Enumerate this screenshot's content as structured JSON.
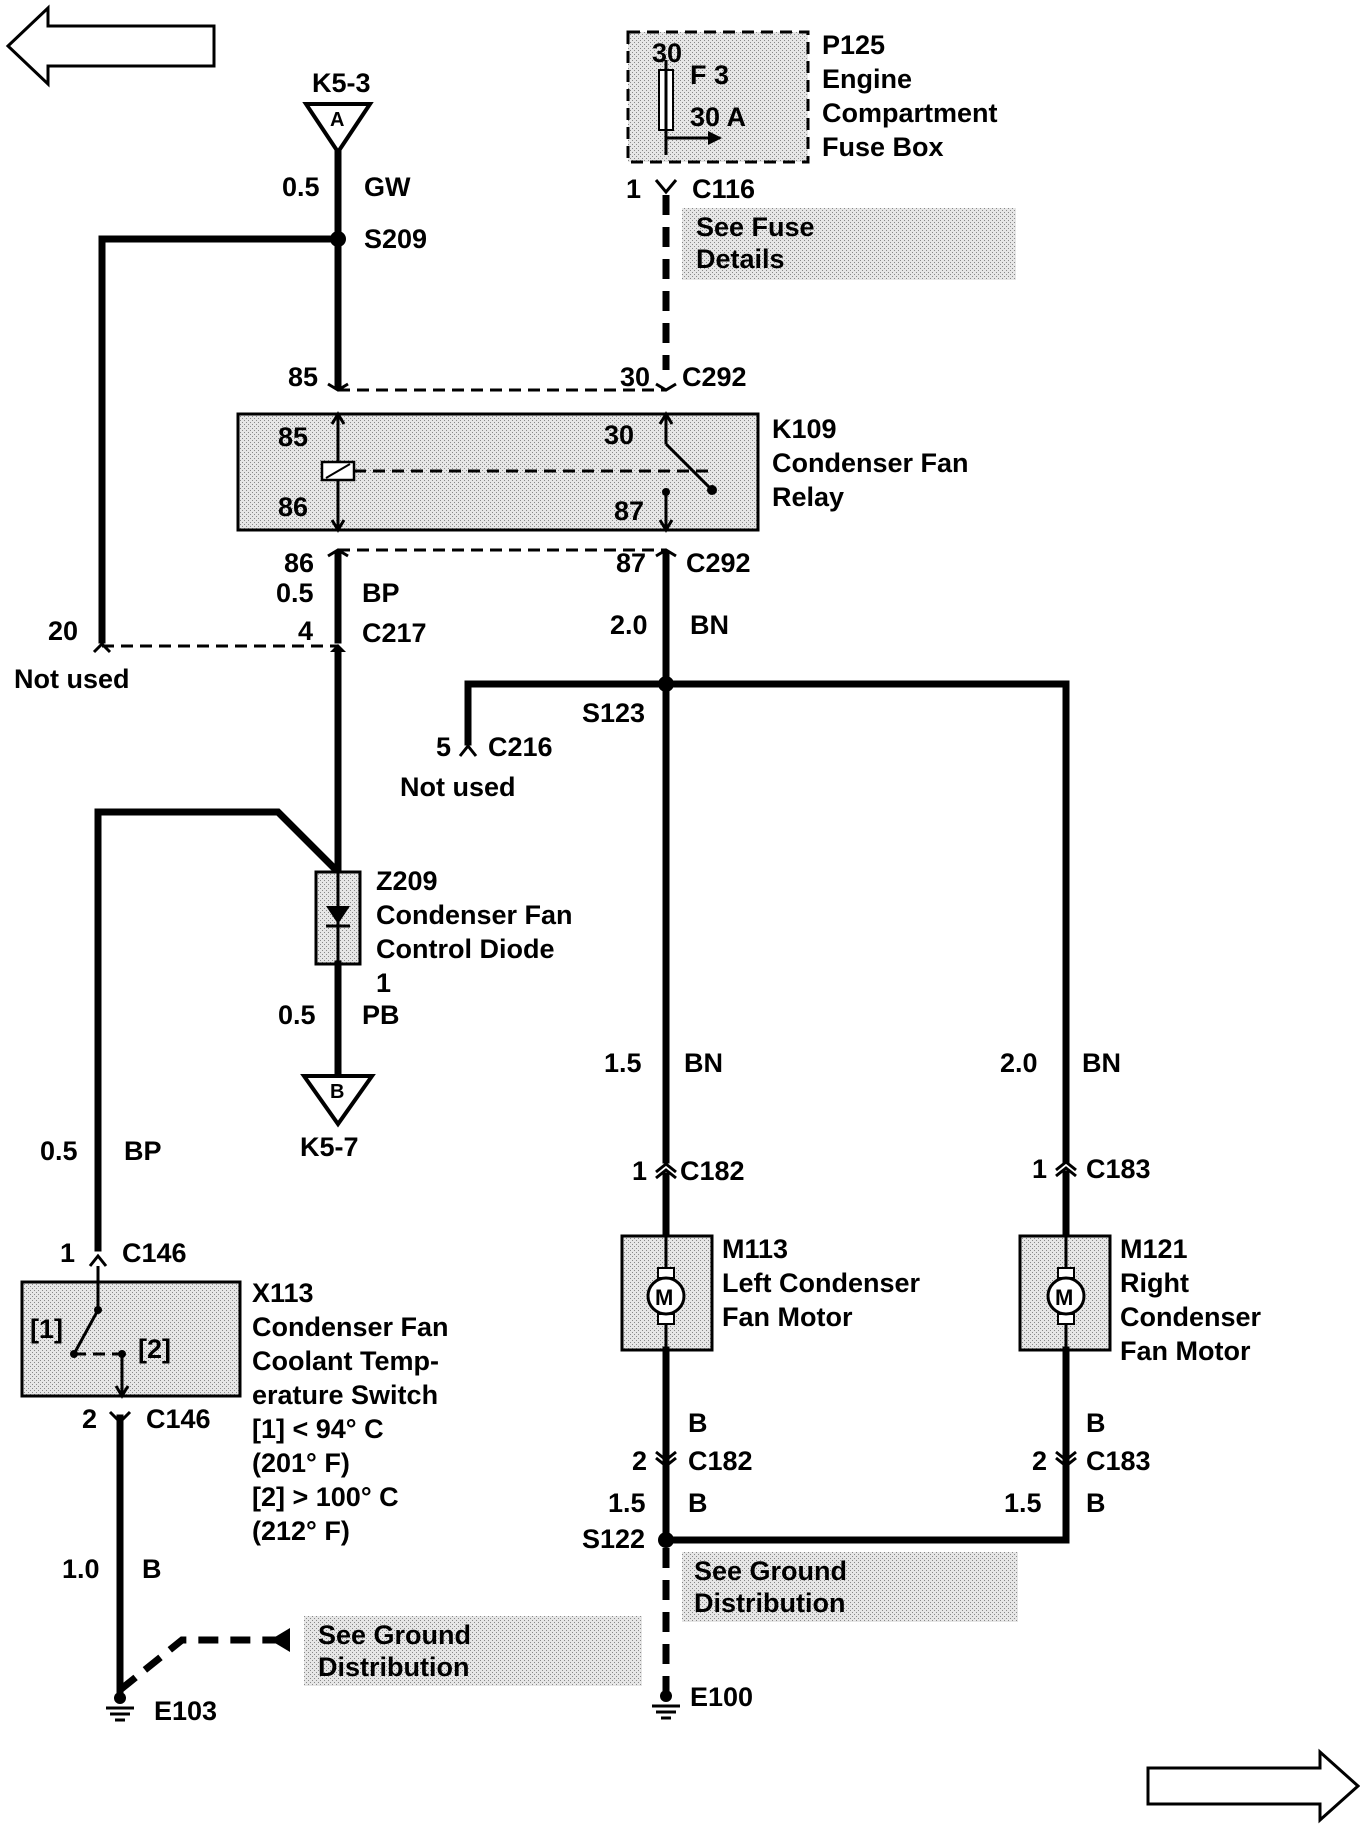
{
  "nav": {
    "back_icon": "left-arrow-icon",
    "forward_icon": "right-arrow-icon"
  },
  "fuse_box": {
    "pin": "30",
    "fuse": "F 3",
    "rating": "30 A",
    "id": "P125",
    "name_1": "Engine",
    "name_2": "Compartment",
    "name_3": "Fuse Box"
  },
  "c116": {
    "pin": "1",
    "id": "C116",
    "note_1": "See Fuse",
    "note_2": "Details"
  },
  "k5_3": {
    "id": "K5-3",
    "letter": "A",
    "size": "0.5",
    "color": "GW"
  },
  "s209": {
    "id": "S209"
  },
  "c292_top": {
    "pin_left": "85",
    "pin_right": "30",
    "id": "C292"
  },
  "relay": {
    "pin_85": "85",
    "pin_86": "86",
    "pin_30": "30",
    "pin_87": "87",
    "id": "K109",
    "name_1": "Condenser Fan",
    "name_2": "Relay"
  },
  "c292_bottom": {
    "pin_left": "86",
    "pin_right": "87",
    "id": "C292"
  },
  "wire_bp_top": {
    "size": "0.5",
    "color": "BP"
  },
  "wire_bn_top": {
    "size": "2.0",
    "color": "BN"
  },
  "c217": {
    "pin_unused": "20",
    "unused_label": "Not used",
    "pin": "4",
    "id": "C217"
  },
  "s123": {
    "id": "S123"
  },
  "c216": {
    "pin": "5",
    "id": "C216",
    "unused_label": "Not used"
  },
  "diode": {
    "id": "Z209",
    "name_1": "Condenser Fan",
    "name_2": "Control Diode",
    "pin": "1"
  },
  "wire_pb": {
    "size": "0.5",
    "color": "PB"
  },
  "k5_7": {
    "id": "K5-7",
    "letter": "B"
  },
  "wire_bp_left": {
    "size": "0.5",
    "color": "BP"
  },
  "c146_top": {
    "pin": "1",
    "id": "C146"
  },
  "switch": {
    "id": "X113",
    "name_1": "Condenser Fan",
    "name_2": "Coolant Temp-",
    "name_3": "erature Switch",
    "state_1_tag": "[1]",
    "state_2_tag": "[2]",
    "state_1": "[1]  < 94° C",
    "state_1_f": "(201° F)",
    "state_2": "[2]  > 100° C",
    "state_2_f": "(212° F)"
  },
  "c146_bottom": {
    "pin": "2",
    "id": "C146"
  },
  "wire_b_left": {
    "size": "1.0",
    "color": "B"
  },
  "ground_note_left": {
    "line_1": "See Ground",
    "line_2": "Distribution"
  },
  "e103": {
    "id": "E103"
  },
  "wire_bn_left_motor": {
    "size": "1.5",
    "color": "BN"
  },
  "wire_bn_right_motor": {
    "size": "2.0",
    "color": "BN"
  },
  "c182_top": {
    "pin": "1",
    "id": "C182"
  },
  "c183_top": {
    "pin": "1",
    "id": "C183"
  },
  "motor_left": {
    "symbol": "M",
    "id": "M113",
    "name_1": "Left Condenser",
    "name_2": "Fan Motor"
  },
  "motor_right": {
    "symbol": "M",
    "id": "M121",
    "name_1": "Right",
    "name_2": "Condenser",
    "name_3": "Fan Motor"
  },
  "wire_b_left_motor_out": {
    "color": "B"
  },
  "wire_b_right_motor_out": {
    "color": "B"
  },
  "c182_bottom": {
    "pin": "2",
    "id": "C182"
  },
  "c183_bottom": {
    "pin": "2",
    "id": "C183"
  },
  "wire_b_left_ground": {
    "size": "1.5",
    "color": "B"
  },
  "wire_b_right_ground": {
    "size": "1.5",
    "color": "B"
  },
  "s122": {
    "id": "S122"
  },
  "ground_note_right": {
    "line_1": "See Ground",
    "line_2": "Distribution"
  },
  "e100": {
    "id": "E100"
  }
}
